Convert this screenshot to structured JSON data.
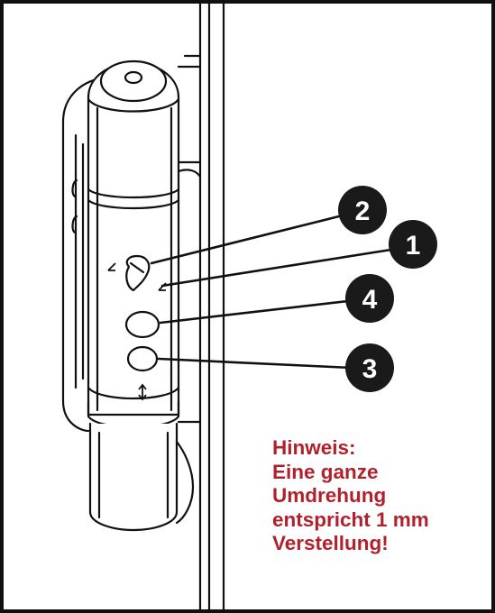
{
  "callouts": {
    "badge_1": "1",
    "badge_2": "2",
    "badge_3": "3",
    "badge_4": "4"
  },
  "note": {
    "line_1": "Hinweis:",
    "line_2": "Eine ganze",
    "line_3": "Umdrehung",
    "line_4": "entspricht 1 mm",
    "line_5": "Verstellung!"
  },
  "colors": {
    "note_text": "#b0212b",
    "badge_fill": "#1a1a1a",
    "line_art": "#111111"
  },
  "icons": [
    "arrow-left-icon",
    "arrow-right-icon",
    "vertical-arrows-icon"
  ]
}
